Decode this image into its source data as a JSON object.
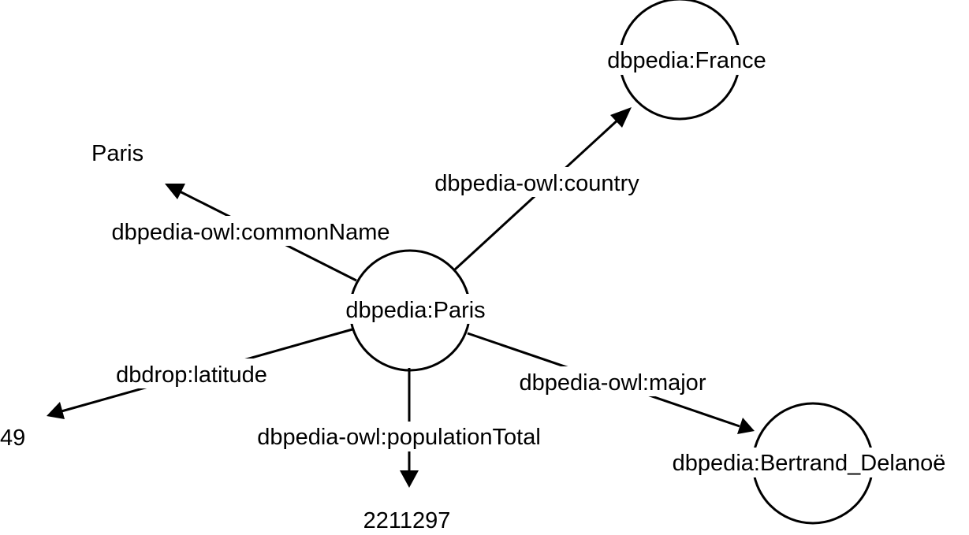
{
  "nodes": {
    "paris": "dbpedia:Paris",
    "france": "dbpedia:France",
    "bertrand": "dbpedia:Bertrand_Delanoë"
  },
  "literals": {
    "common_name": "Paris",
    "latitude": "49",
    "population": "2211297"
  },
  "edges": {
    "country": "dbpedia-owl:country",
    "common_name": "dbpedia-owl:commonName",
    "latitude": "dbdrop:latitude",
    "population_total": "dbpedia-owl:populationTotal",
    "major": "dbpedia-owl:major"
  }
}
